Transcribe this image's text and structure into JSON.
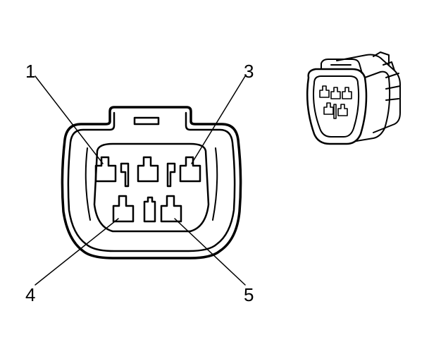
{
  "callouts": [
    {
      "id": "pin-1",
      "label": "1"
    },
    {
      "id": "pin-3",
      "label": "3"
    },
    {
      "id": "pin-4",
      "label": "4"
    },
    {
      "id": "pin-5",
      "label": "5"
    }
  ],
  "colors": {
    "line": "#000000",
    "background": "#ffffff"
  },
  "icons": {
    "inset": "connector-perspective-icon"
  }
}
